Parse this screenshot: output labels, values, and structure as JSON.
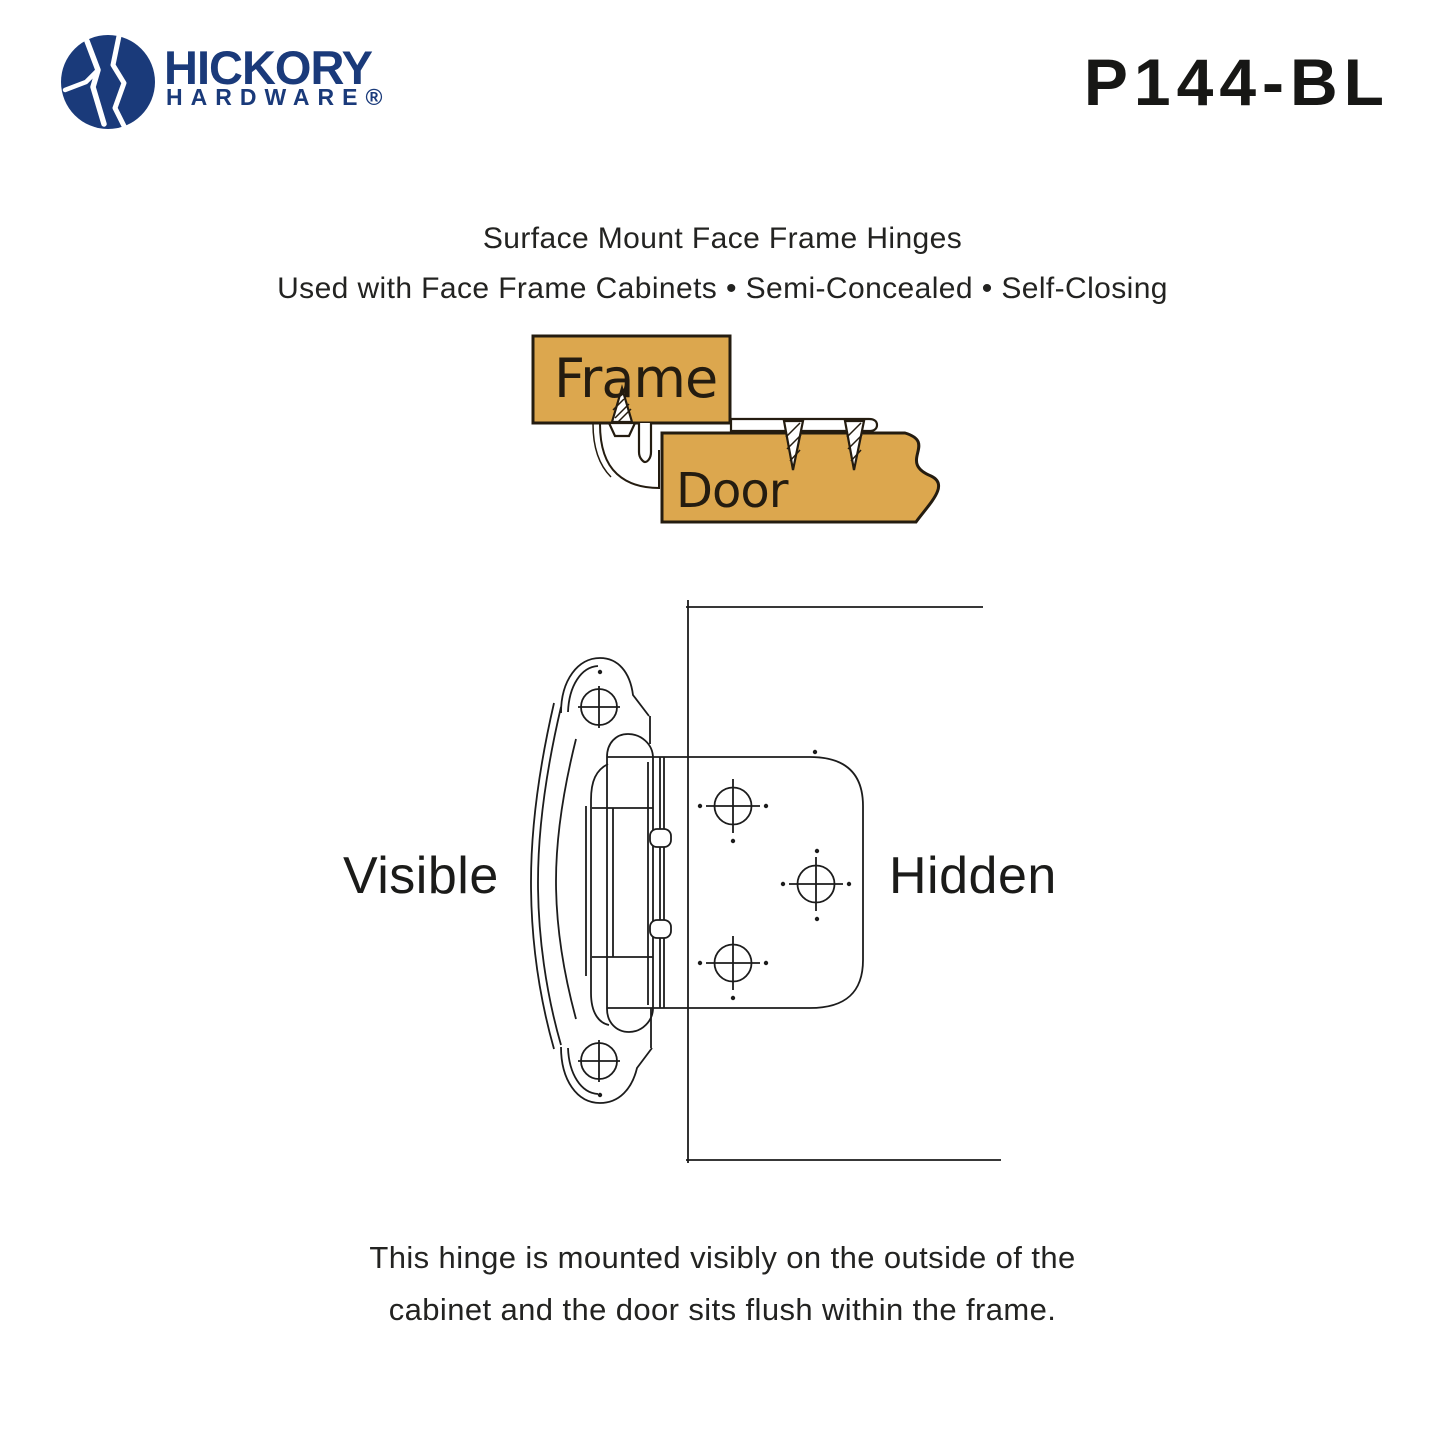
{
  "header": {
    "brand": {
      "line1": "HICKORY",
      "line2": "HARDWARE®"
    },
    "product_code": "P144-BL"
  },
  "subtitle": {
    "line1": "Surface Mount Face Frame Hinges",
    "line2": "Used with Face Frame Cabinets • Semi-Concealed • Self-Closing"
  },
  "cross_section": {
    "frame_label": "Frame",
    "door_label": "Door"
  },
  "hinge_view": {
    "visible_label": "Visible",
    "hidden_label": "Hidden"
  },
  "caption": {
    "line1": "This hinge is mounted visibly on the outside of the",
    "line2": "cabinet and the door sits flush within the frame."
  },
  "colors": {
    "brand_navy": "#1a3a7a",
    "wood_tan": "#dca74e",
    "outline_dark": "#241c10",
    "ink": "#1c1c1a"
  }
}
